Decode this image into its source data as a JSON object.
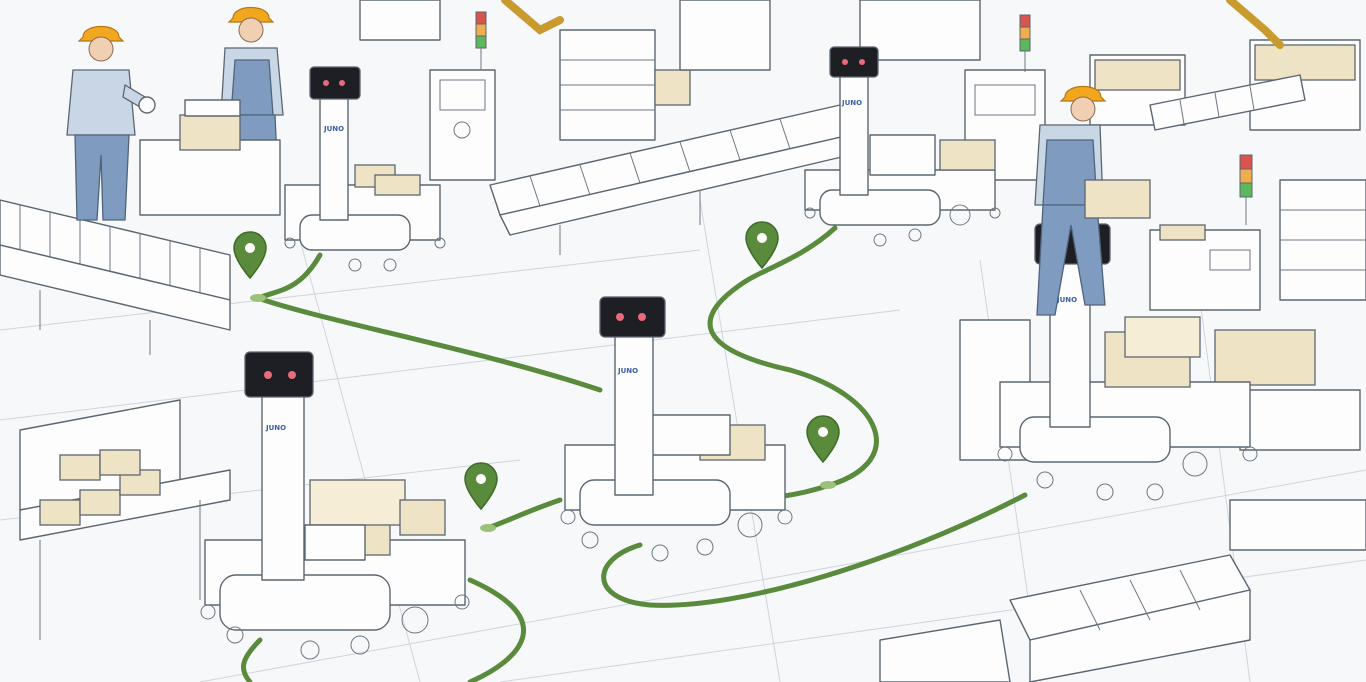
{
  "robots": [
    {
      "id": "r1",
      "label": "JUNO"
    },
    {
      "id": "r2",
      "label": "JUNO"
    },
    {
      "id": "r3",
      "label": "JUNO"
    },
    {
      "id": "r4",
      "label": "JUNO"
    },
    {
      "id": "r5",
      "label": "JUNO"
    }
  ],
  "colors": {
    "route": "#5a8a3c",
    "hard_hat": "#f2a71f",
    "robot_face": "#e96a7a",
    "signal_red": "#d9534f",
    "signal_amber": "#f0ad4e",
    "signal_green": "#5cb85c"
  }
}
